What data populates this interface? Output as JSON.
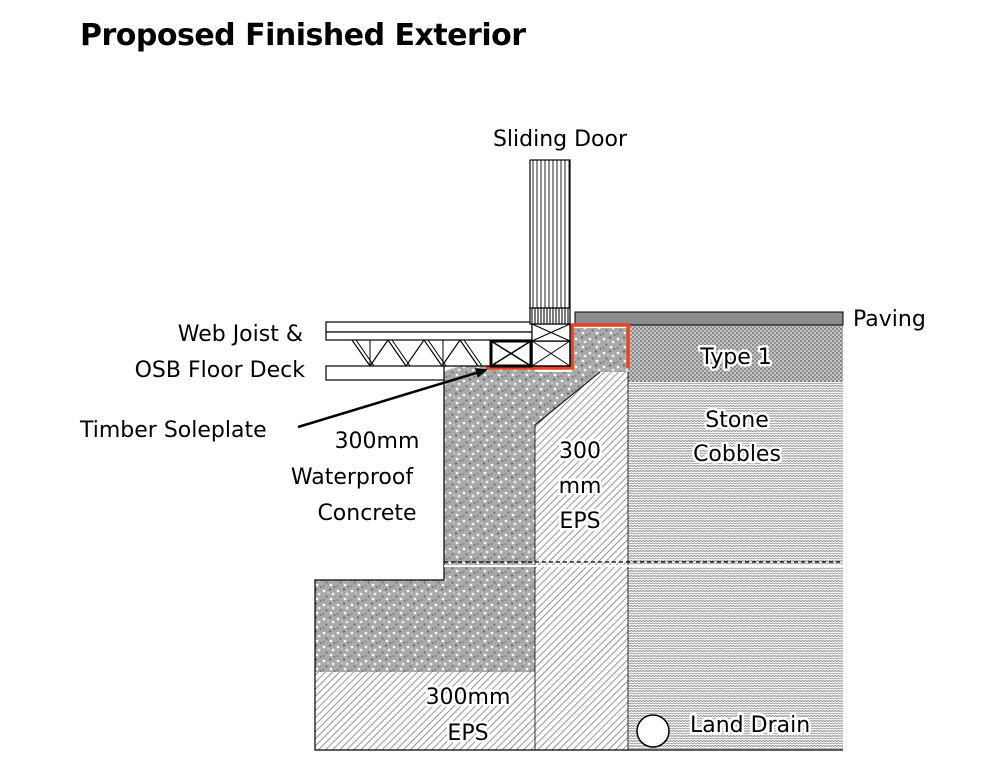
{
  "title": "Proposed Finished Exterior",
  "labels": {
    "sliding_door": "Sliding Door",
    "paving": "Paving",
    "type1": "Type 1",
    "web_joist_line1": "Web Joist &",
    "web_joist_line2": "OSB Floor Deck",
    "timber_soleplate": "Timber Soleplate",
    "concrete_line1": "300mm",
    "concrete_line2": "Waterproof",
    "concrete_line3": "Concrete",
    "eps_wall_line1": "300",
    "eps_wall_line2": "mm",
    "eps_wall_line3": "EPS",
    "stone_line1": "Stone",
    "stone_line2": "Cobbles",
    "eps_base_line1": "300mm",
    "eps_base_line2": "EPS",
    "land_drain": "Land Drain"
  },
  "colors": {
    "membrane": "#e8431f",
    "paving": "#8c8c8c",
    "concrete_base": "#a9a9a9",
    "outline": "#000000"
  }
}
